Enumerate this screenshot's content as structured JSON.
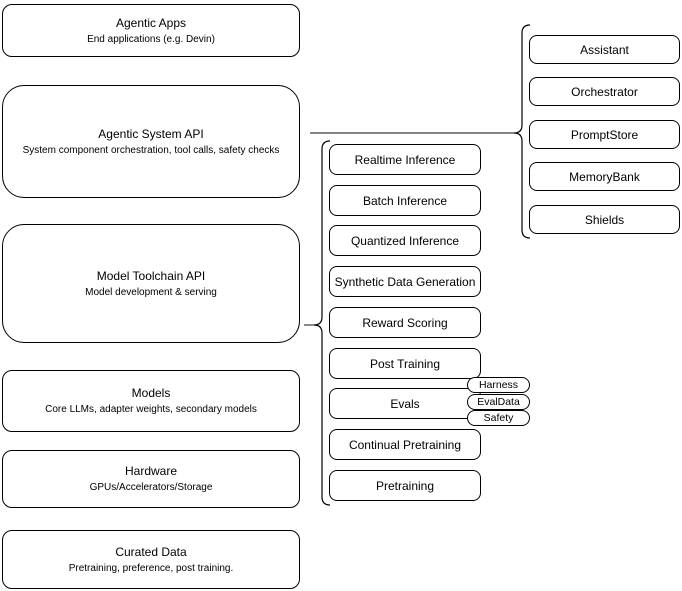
{
  "diagram": {
    "left_stack": [
      {
        "title": "Agentic Apps",
        "subtitle": "End applications (e.g. Devin)"
      },
      {
        "title": "Agentic System API",
        "subtitle": "System component orchestration, tool calls, safety checks"
      },
      {
        "title": "Model Toolchain API",
        "subtitle": "Model development & serving"
      },
      {
        "title": "Models",
        "subtitle": "Core LLMs, adapter weights, secondary models"
      },
      {
        "title": "Hardware",
        "subtitle": "GPUs/Accelerators/Storage"
      },
      {
        "title": "Curated Data",
        "subtitle": "Pretraining, preference, post training."
      }
    ],
    "toolchain_items": [
      "Realtime Inference",
      "Batch Inference",
      "Quantized Inference",
      "Synthetic Data Generation",
      "Reward Scoring",
      "Post Training",
      "Evals",
      "Continual Pretraining",
      "Pretraining"
    ],
    "eval_tags": [
      "Harness",
      "EvalData",
      "Safety"
    ],
    "system_components": [
      "Assistant",
      "Orchestrator",
      "PromptStore",
      "MemoryBank",
      "Shields"
    ],
    "colors": {
      "stroke": "#000000",
      "background": "#ffffff",
      "text": "#000000"
    }
  }
}
